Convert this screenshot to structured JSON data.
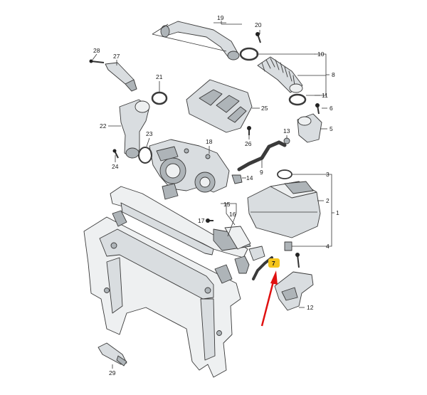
{
  "callouts": {
    "c1": "1",
    "c2": "2",
    "c3": "3",
    "c4": "4",
    "c5": "5",
    "c6": "6",
    "c7": "7",
    "c8": "8",
    "c9": "9",
    "c10": "10",
    "c11": "11",
    "c12": "12",
    "c13": "13",
    "c14": "14",
    "c15": "15",
    "c16": "16",
    "c17": "17",
    "c18": "18",
    "c19": "19",
    "c20": "20",
    "c21": "21",
    "c22": "22",
    "c23": "23",
    "c24": "24",
    "c25": "25",
    "c26": "26",
    "c27": "27",
    "c28": "28",
    "c29": "29"
  },
  "colors": {
    "highlight": "#f5c51b",
    "arrow": "#e01010",
    "line": "#333333",
    "part_fill": "#d9dde0"
  }
}
